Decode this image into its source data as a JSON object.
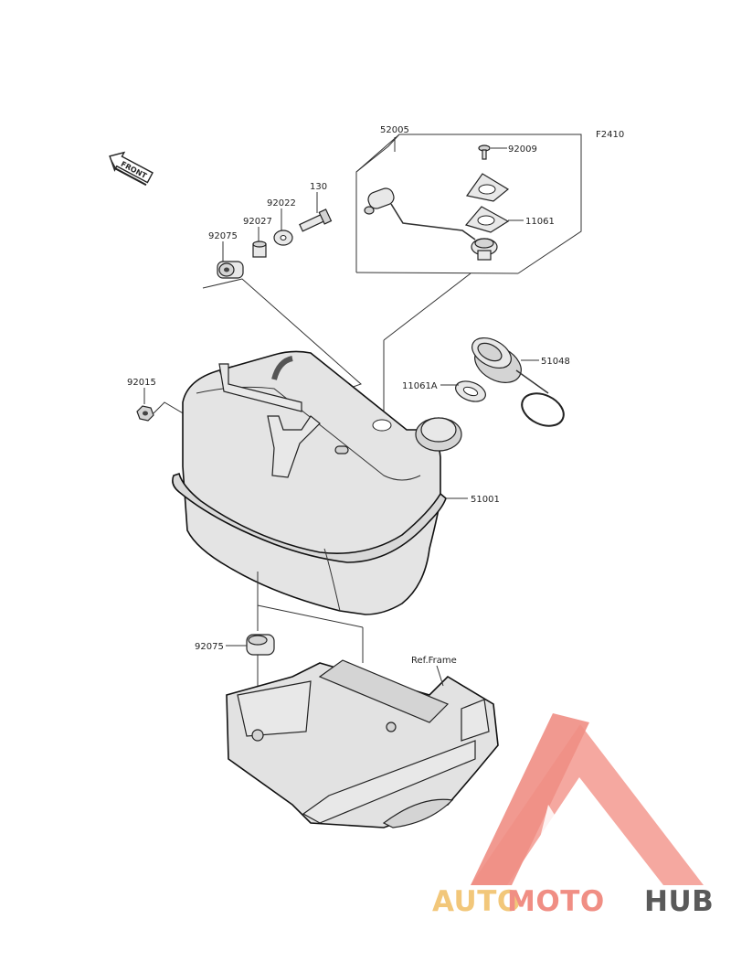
{
  "diagram": {
    "code": "F2410",
    "front_label": "FRONT",
    "ref_label": "Ref.Frame",
    "parts": [
      {
        "id": "p52005",
        "label": "52005"
      },
      {
        "id": "p92009",
        "label": "92009"
      },
      {
        "id": "p11061",
        "label": "11061"
      },
      {
        "id": "p130",
        "label": "130"
      },
      {
        "id": "p92022",
        "label": "92022"
      },
      {
        "id": "p92027",
        "label": "92027"
      },
      {
        "id": "p92075a",
        "label": "92075"
      },
      {
        "id": "p51048",
        "label": "51048"
      },
      {
        "id": "p11061A",
        "label": "11061A"
      },
      {
        "id": "p92015",
        "label": "92015"
      },
      {
        "id": "p51001",
        "label": "51001"
      },
      {
        "id": "p92075b",
        "label": "92075"
      }
    ]
  },
  "watermark": {
    "brand_auto": "AUTO",
    "brand_moto": "MOTO",
    "brand_hub": "HUB",
    "colors": {
      "auto": "#f2c77a",
      "moto": "#f08e84",
      "hub": "#5a5a5a",
      "logo": "#f4a39b"
    }
  }
}
